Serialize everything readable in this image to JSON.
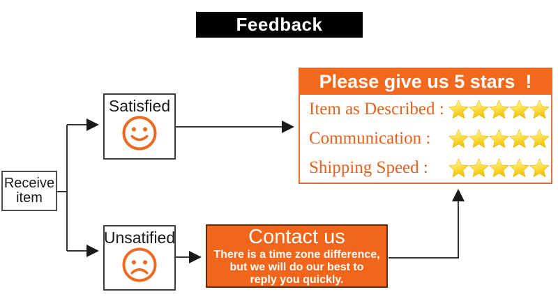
{
  "banner": {
    "label": "Feedback"
  },
  "flow": {
    "receive": {
      "line1": "Receive",
      "line2": "item"
    },
    "satisfied": {
      "label": "Satisfied"
    },
    "unsatisfied": {
      "label": "Unsatified"
    }
  },
  "stars_panel": {
    "title": "Please give us 5 stars  !",
    "rows": [
      {
        "label": "Item as Described :",
        "stars": 5
      },
      {
        "label": "Communication :",
        "stars": 5
      },
      {
        "label": "Shipping Speed :",
        "stars": 5
      }
    ]
  },
  "contact_panel": {
    "title": "Contact us",
    "body_lines": [
      "There is a time zone difference,",
      "but we will do our best to",
      "reply you quickly."
    ]
  },
  "colors": {
    "banner_bg": "#000000",
    "orange_primary": "#f2681c",
    "orange_panel_border": "#f0671e",
    "orange_label_text": "#e7611f",
    "face_orange": "#ed6a21",
    "star_gold": "#f2c200",
    "star_highlight": "#fff9c4",
    "contact_border": "#5c2d05",
    "connector": "#333333"
  }
}
